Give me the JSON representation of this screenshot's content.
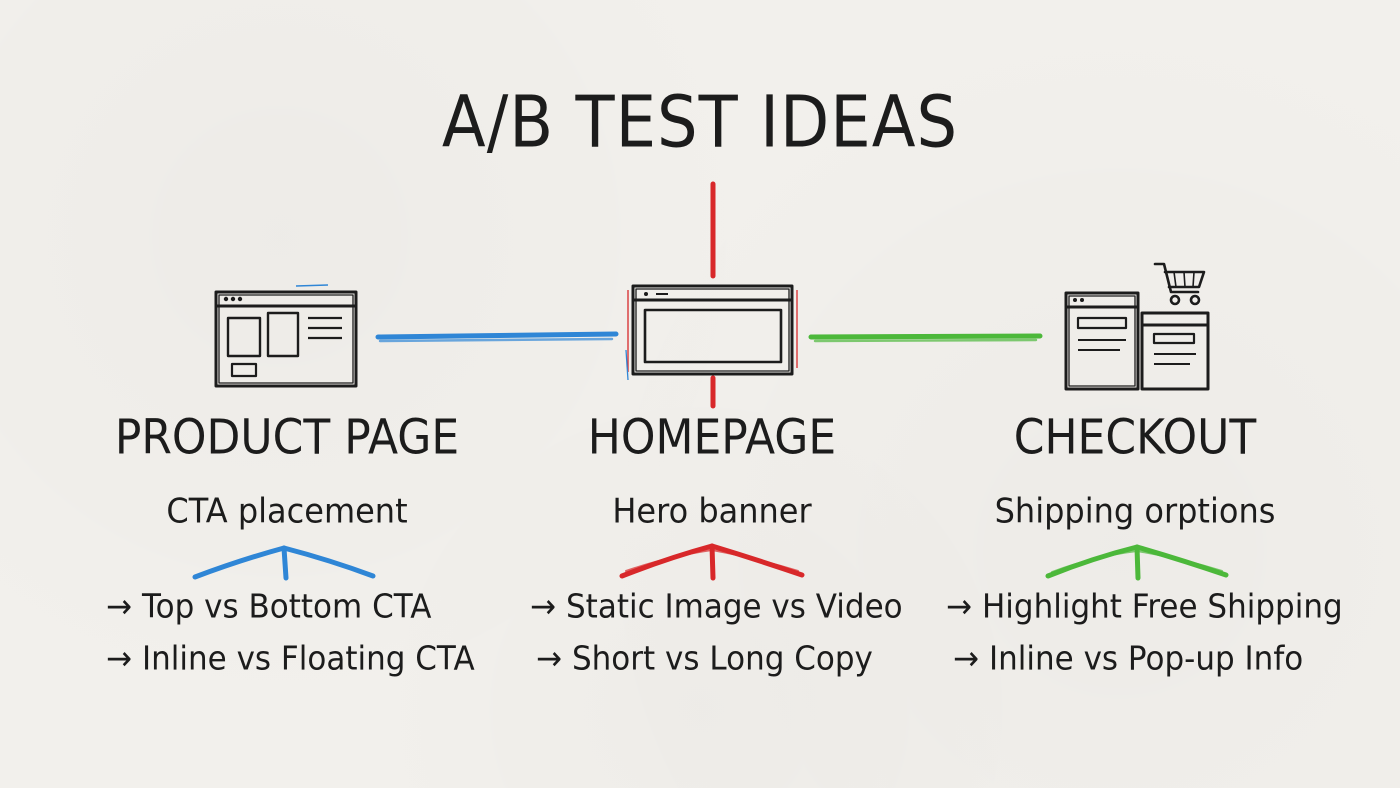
{
  "title": "A/B TEST IDEAS",
  "colors": {
    "ink": "#1c1c1c",
    "product": "#2f86d6",
    "homepage": "#d8282a",
    "checkout": "#4cb83a",
    "background": "#f2f0ec"
  },
  "sections": [
    {
      "key": "product",
      "icon": "browser-layout-icon",
      "title": "PRODUCT PAGE",
      "subtitle": "CTA placement",
      "items": [
        "Top vs Bottom CTA",
        "Inline vs Floating CTA"
      ]
    },
    {
      "key": "homepage",
      "icon": "browser-window-icon",
      "title": "HOMEPAGE",
      "subtitle": "Hero banner",
      "items": [
        "Static Image vs Video",
        "Short vs Long Copy"
      ]
    },
    {
      "key": "checkout",
      "icon": "shopping-cart-icon",
      "title": "CHECKOUT",
      "subtitle": "Shipping orptions",
      "items": [
        "Highlight Free Shipping",
        "Inline vs Pop-up Info"
      ]
    }
  ],
  "arrow_glyph": "→"
}
